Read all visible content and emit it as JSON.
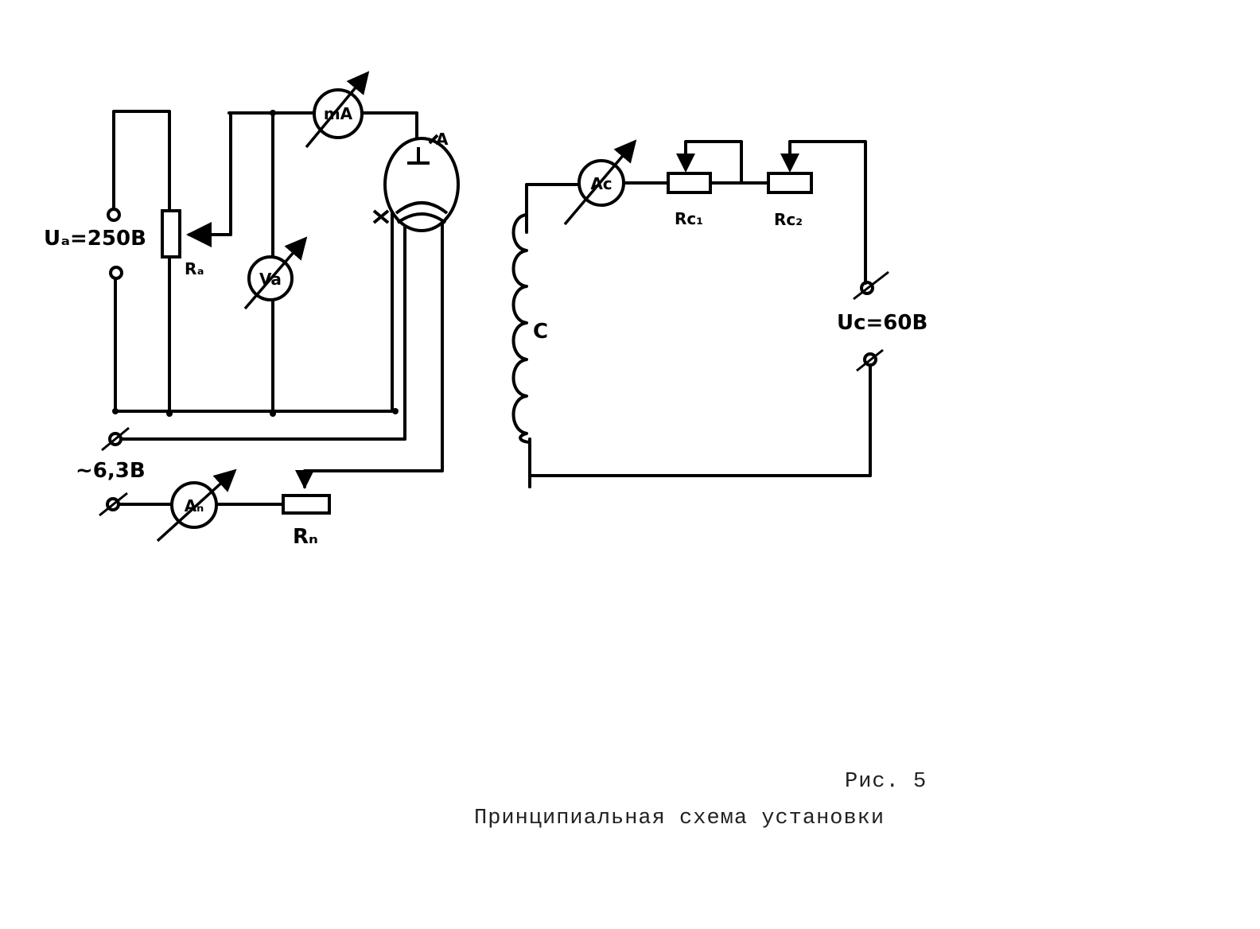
{
  "diagram": {
    "labels": {
      "anode_voltage": "Uₐ=250В",
      "anode_resistor": "Rₐ",
      "anode_voltmeter": "Va",
      "anode_milliammeter": "mA",
      "filament_voltage": "~6,3В",
      "filament_ammeter": "Aₙ",
      "filament_resistor": "Rₙ",
      "solenoid": "C",
      "solenoid_ammeter": "Aс",
      "solenoid_resistor_1": "Rc₁",
      "solenoid_resistor_2": "Rc₂",
      "solenoid_voltage": "Uс=60В"
    },
    "caption": {
      "figure_number": "Рис. 5",
      "title": "Принципиальная схема установки"
    }
  }
}
